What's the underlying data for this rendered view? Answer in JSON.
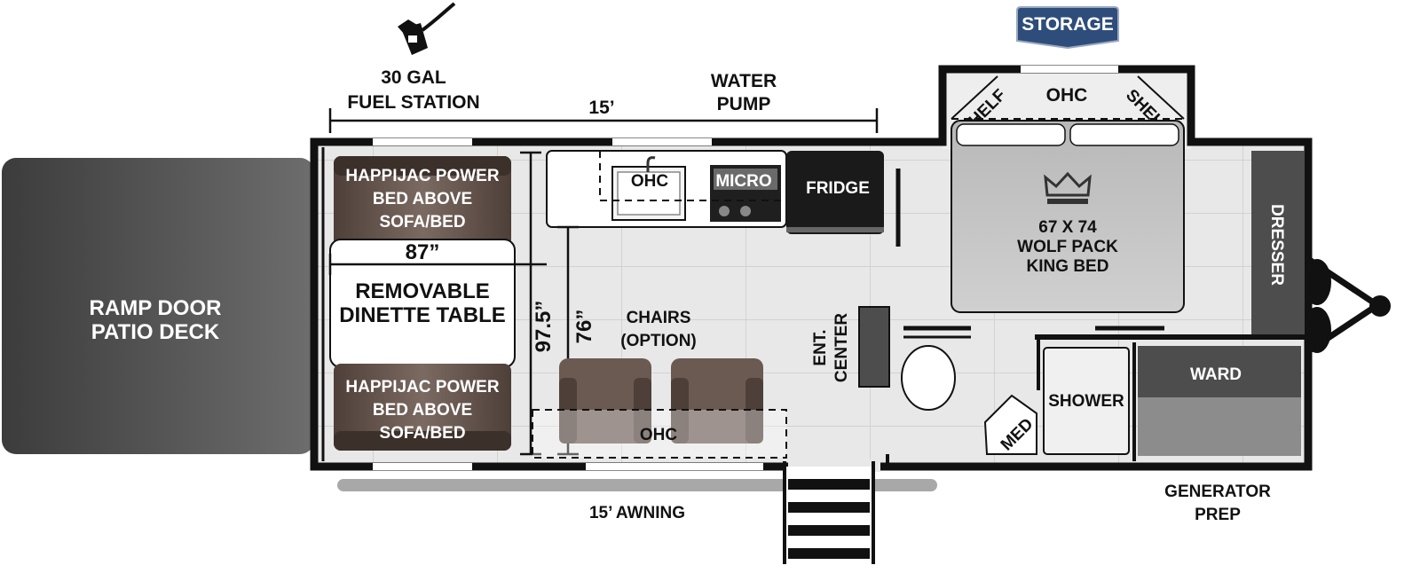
{
  "labels": {
    "fuel_line1": "30 GAL",
    "fuel_line2": "FUEL STATION",
    "water_line1": "WATER",
    "water_line2": "PUMP",
    "dimension_length": "15’",
    "storage": "STORAGE",
    "ohc_front": "OHC",
    "shelf_left": "SHELF",
    "shelf_right": "SHELF",
    "ohc_kitchen": "OHC",
    "micro": "MICRO",
    "fridge": "FRIDGE",
    "bed_line1": "67 X 74",
    "bed_line2": "WOLF PACK",
    "bed_line3": "KING BED",
    "dresser": "DRESSER",
    "ramp_line1": "RAMP DOOR",
    "ramp_line2": "PATIO DECK",
    "sofa_top_line1": "HAPPIJAC POWER",
    "sofa_top_line2": "BED ABOVE",
    "sofa_top_line3": "SOFA/BED",
    "table_width": "87”",
    "table_line1": "REMOVABLE",
    "table_line2": "DINETTE TABLE",
    "sofa_bot_line1": "HAPPIJAC POWER",
    "sofa_bot_line2": "BED ABOVE",
    "sofa_bot_line3": "SOFA/BED",
    "dim_975": "97.5”",
    "dim_76": "76”",
    "chairs_line1": "CHAIRS",
    "chairs_line2": "(OPTION)",
    "ohc_chairs": "OHC",
    "ent_line1": "ENT.",
    "ent_line2": "CENTER",
    "shower": "SHOWER",
    "med": "MED",
    "ward": "WARD",
    "awning": "15’ AWNING",
    "gen_line1": "GENERATOR",
    "gen_line2": "PREP"
  },
  "icons": {
    "fuel": "fuel-pump-icon",
    "crown": "crown-icon"
  },
  "colors": {
    "wall": "#111111",
    "ramp": "#4a4a4a",
    "sofa": "#5a4a42",
    "storage_tag": "#2e4d7b",
    "fridge": "#1a1a1a",
    "dresser": "#4d4d4d",
    "floor": "#e6e6e6"
  }
}
